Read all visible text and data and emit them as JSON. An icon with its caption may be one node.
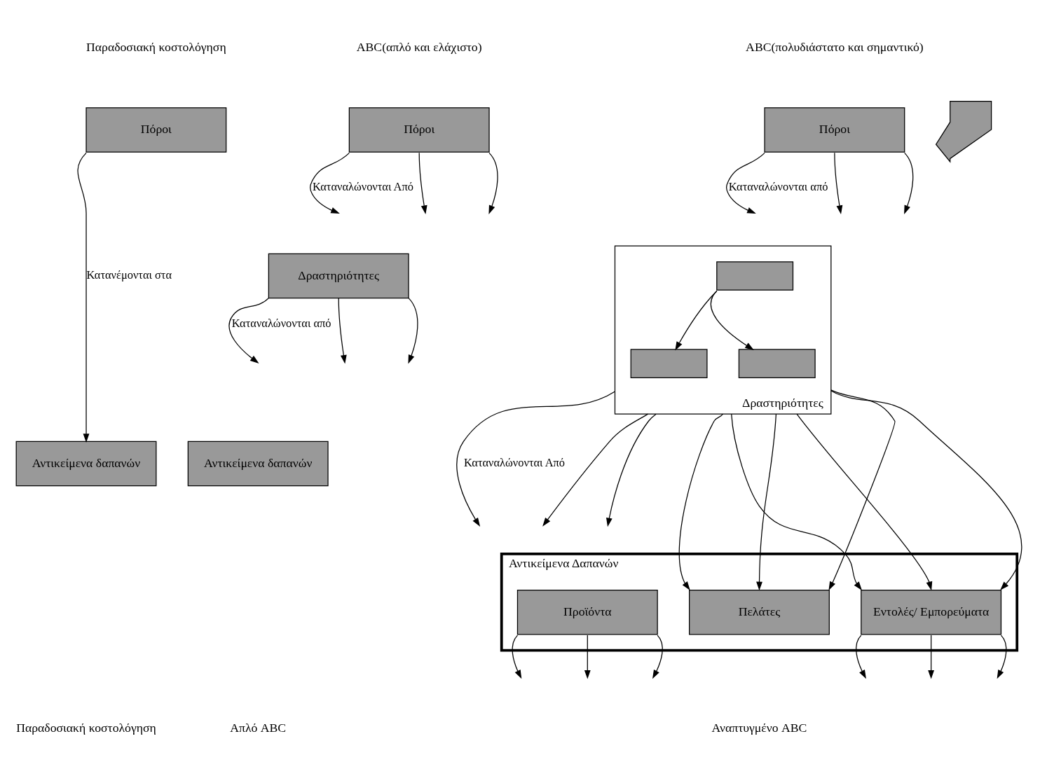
{
  "diagram": {
    "nodes": [
      {
        "text": [
          "Πόροι"
        ]
      },
      {
        "text": [
          "Αντικείμενα δαπανών"
        ]
      },
      {
        "text": [
          "Πόροι"
        ]
      },
      {
        "text": [
          "Δραστηριότητες"
        ]
      },
      {
        "text": [
          "Αντικείμενα δαπανών"
        ]
      },
      {
        "text": [
          "Πόροι"
        ]
      },
      {
        "text": [
          "Δραστηριότητες"
        ]
      },
      {
        "text": [],
        "shape": "box",
        "in": 6
      },
      {
        "text": [],
        "shape": "box",
        "in": 6
      },
      {
        "text": [],
        "shape": "box",
        "in": 6
      },
      {
        "text": [
          "Αντικείμενα Δαπανών"
        ]
      },
      {
        "text": [
          "Προϊόντα"
        ],
        "in": 10
      },
      {
        "text": [
          "Εντολές/ Εμπορεύματα"
        ],
        "in": 10
      },
      {
        "text": [
          "Πελάτες"
        ],
        "in": 10
      },
      {
        "text": [],
        "shape": "arrow"
      }
    ],
    "edges": [
      {
        "from": 0,
        "to": 1,
        "arrow": "to",
        "label": "Κατανέμονται στα"
      },
      {
        "from": 2,
        "to": null,
        "arrow": "to",
        "label": "Καταναλώνονται Από"
      },
      {
        "from": 2,
        "to": null,
        "arrow": "to"
      },
      {
        "from": 2,
        "to": null,
        "arrow": "to"
      },
      {
        "from": 3,
        "to": null,
        "arrow": "to",
        "label": "Καταναλώνονται από"
      },
      {
        "from": 3,
        "to": null,
        "arrow": "to"
      },
      {
        "from": 3,
        "to": null,
        "arrow": "to"
      },
      {
        "from": 5,
        "to": null,
        "arrow": "to",
        "label": "Καταναλώνονται από"
      },
      {
        "from": 5,
        "to": null,
        "arrow": "to"
      },
      {
        "from": 5,
        "to": null,
        "arrow": "to"
      },
      {
        "from": 7,
        "to": 8,
        "arrow": "to"
      },
      {
        "from": 7,
        "to": 9,
        "arrow": "to"
      },
      {
        "from": 6,
        "to": null,
        "arrow": "to",
        "label": "Καταναλώνονται Από"
      },
      {
        "from": 6,
        "to": null,
        "arrow": "to"
      },
      {
        "from": 6,
        "to": null,
        "arrow": "to"
      },
      {
        "from": 6,
        "to": 12,
        "arrow": "to"
      },
      {
        "from": 6,
        "to": 12,
        "arrow": "to"
      },
      {
        "from": 6,
        "to": 12,
        "arrow": "to"
      },
      {
        "from": 6,
        "to": 13,
        "arrow": "to"
      },
      {
        "from": 6,
        "to": 13,
        "arrow": "to"
      },
      {
        "from": 6,
        "to": 13,
        "arrow": "to"
      },
      {
        "from": 11,
        "to": null,
        "arrow": "to"
      },
      {
        "from": 11,
        "to": null,
        "arrow": "to"
      },
      {
        "from": 11,
        "to": null,
        "arrow": "to"
      },
      {
        "from": 12,
        "to": null,
        "arrow": "to"
      },
      {
        "from": 12,
        "to": null,
        "arrow": "to"
      },
      {
        "from": 12,
        "to": null,
        "arrow": "to"
      }
    ],
    "labels": [
      "Παραδοσιακή κοστολόγηση",
      "ABC(απλό και ελάχιστο)",
      "ABC(πολυδιάστατο και σημαντικό)",
      "Παραδοσιακή κοστολόγηση",
      "Απλό ABC",
      "Αναπτυγμένο ABC"
    ]
  }
}
